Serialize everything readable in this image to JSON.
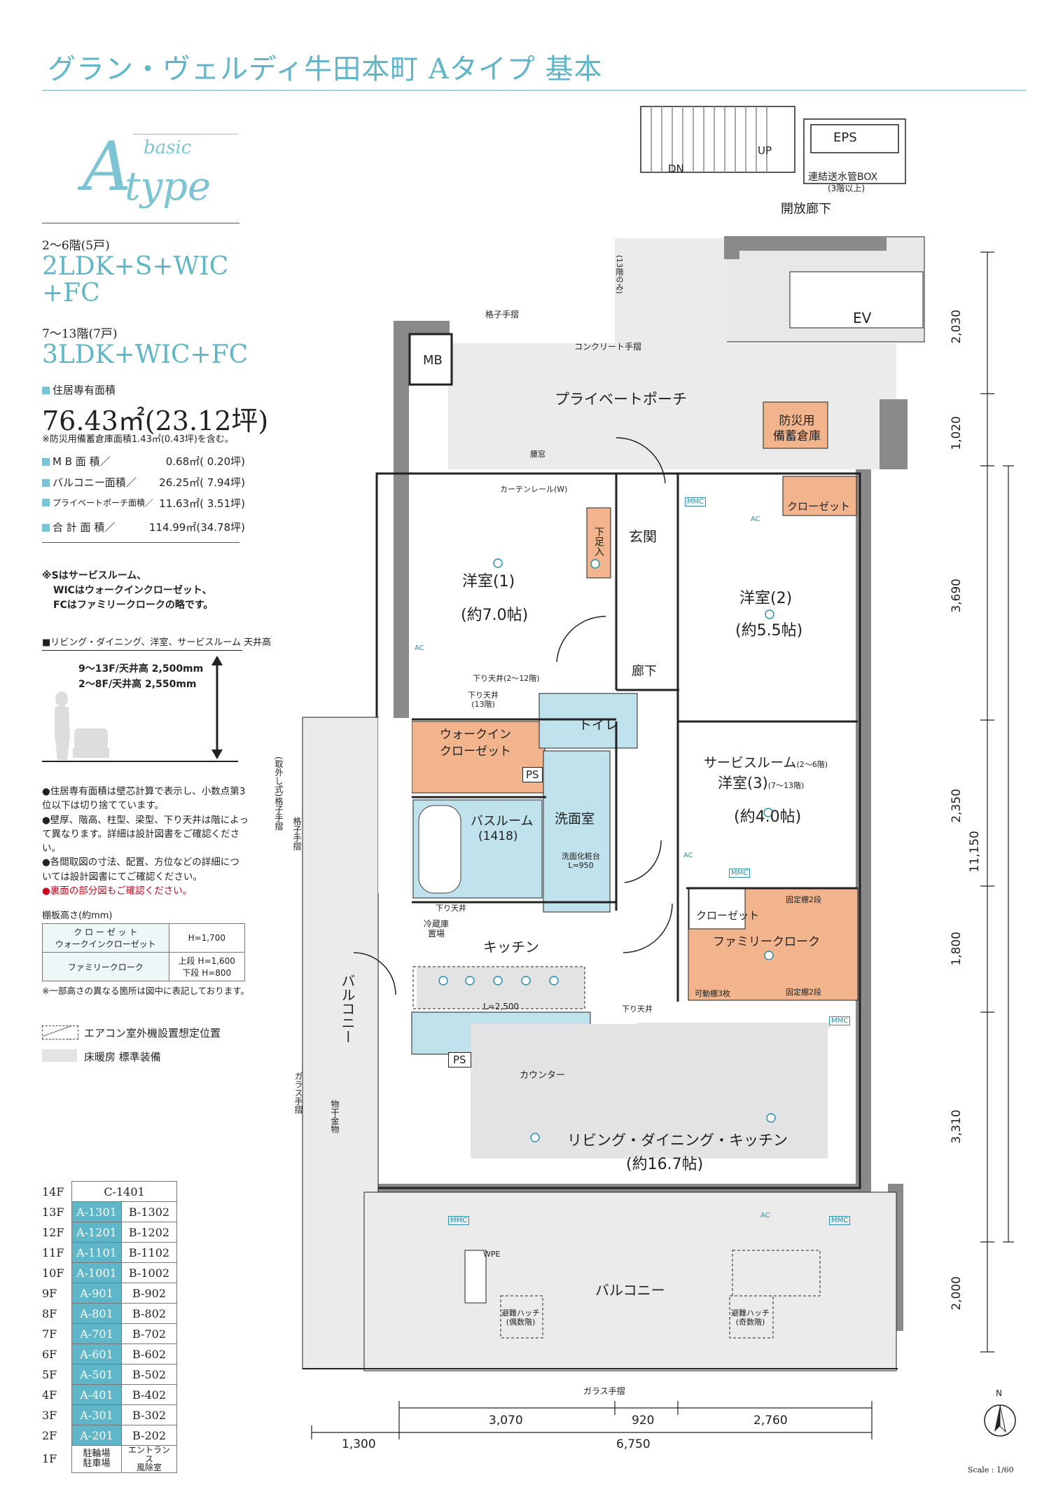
{
  "header": {
    "title": "グラン・ヴェルディ牛田本町 Aタイプ 基本"
  },
  "logo": {
    "letter": "A",
    "basic": "basic",
    "type": "type"
  },
  "plans": [
    {
      "floors": "2～6階(5戸)",
      "layout": "2LDK+S+WIC",
      "layout2": "+FC"
    },
    {
      "floors": "7～13階(7戸)",
      "layout": "3LDK+WIC+FC"
    }
  ],
  "areas": {
    "heading": "住居専有面積",
    "main_value": "76.43㎡(23.12坪)",
    "main_note": "※防災用備蓄倉庫面積1.43㎡(0.43坪)を含む。",
    "rows": [
      {
        "label": "M B 面 積／",
        "value": "0.68㎡( 0.20坪)"
      },
      {
        "label": "バルコニー面積／",
        "value": "26.25㎡( 7.94坪)"
      },
      {
        "label": "プライベートポーチ面積／",
        "value": "11.63㎡( 3.51坪)"
      },
      {
        "label": "合 計 面 積／",
        "value": "114.99㎡(34.78坪)"
      }
    ]
  },
  "abbrev_note": [
    "※Sはサービスルーム、",
    "WICはウォークインクローゼット、",
    "FCはファミリークロークの略です。"
  ],
  "ceiling": {
    "heading": "■リビング・ダイニング、洋室、サービスルーム 天井高",
    "line1": "9～13F/天井高 2,500mm",
    "line2": "2～8F/天井高 2,550mm"
  },
  "notes": [
    "●住居専有面積は壁芯計算で表示し、小数点第3位以下は切り捨てています。",
    "●壁厚、階高、柱型、梁型、下り天井は階によって異なります。詳細は設計図書をご確認ください。",
    "●各間取図の寸法、配置、方位などの詳細については設計図書にてご確認ください。"
  ],
  "notes_red": "●裏面の部分図もご確認ください。",
  "shelf": {
    "heading": "棚板高さ(約mm)",
    "rows": [
      {
        "name": "ク ロ ー ゼ ッ ト\nウォークインクローゼット",
        "value": "H=1,700"
      },
      {
        "name": "ファミリークローク",
        "value": "上段 H=1,600\n下段 H=800"
      }
    ],
    "note": "※一部高さの異なる箇所は図中に表記しております。"
  },
  "legend": [
    {
      "label": "エアコン室外機設置想定位置"
    },
    {
      "label": "床暖房 標準装備"
    }
  ],
  "floor_table": {
    "top": {
      "floor": "14F",
      "unit": "C-1401"
    },
    "rows": [
      {
        "floor": "13F",
        "a": "A-1301",
        "b": "B-1302"
      },
      {
        "floor": "12F",
        "a": "A-1201",
        "b": "B-1202"
      },
      {
        "floor": "11F",
        "a": "A-1101",
        "b": "B-1102"
      },
      {
        "floor": "10F",
        "a": "A-1001",
        "b": "B-1002"
      },
      {
        "floor": "9F",
        "a": "A-901",
        "b": "B-902"
      },
      {
        "floor": "8F",
        "a": "A-801",
        "b": "B-802"
      },
      {
        "floor": "7F",
        "a": "A-701",
        "b": "B-702"
      },
      {
        "floor": "6F",
        "a": "A-601",
        "b": "B-602"
      },
      {
        "floor": "5F",
        "a": "A-501",
        "b": "B-502"
      },
      {
        "floor": "4F",
        "a": "A-401",
        "b": "B-402"
      },
      {
        "floor": "3F",
        "a": "A-301",
        "b": "B-302"
      },
      {
        "floor": "2F",
        "a": "A-201",
        "b": "B-202"
      }
    ],
    "bottom": {
      "floor": "1F",
      "a": "駐輪場\n駐車場",
      "b": "エントランス\n風除室"
    }
  },
  "plan": {
    "eps": "EPS",
    "up": "UP",
    "dn": "DN",
    "pipe_box": "連結送水管BOX",
    "pipe_box_note": "(3階以上)",
    "open_corridor": "開放廊下",
    "ev": "EV",
    "mb": "MB",
    "lattice_rail": "格子手摺",
    "concrete_rail": "コンクリート手摺",
    "floor13_only": "(13階のみ)",
    "private_porch": "プライベートポーチ",
    "storage": "防災用\n備蓄倉庫",
    "window": "腰窓",
    "curtain_rail": "カーテンレール(W)",
    "room1": "洋室(1)",
    "room1_size": "(約7.0帖)",
    "room2": "洋室(2)",
    "room2_size": "(約5.5帖)",
    "entrance": "玄関",
    "shoe": "下足入",
    "closet": "クローゼット",
    "hall": "廊下",
    "drop_ceiling": "下り天井(2～12階)",
    "drop_ceiling_13": "下り天井\n(13階)",
    "toilet": "トイレ",
    "wic": "ウォークイン\nクローゼット",
    "service": "サービスルーム",
    "service_note": "(2～6階)",
    "room3": "洋室(3)",
    "room3_note": "(7～13階)",
    "room3_size": "(約4.0帖)",
    "bath": "バスルーム",
    "bath_size": "(1418)",
    "washroom": "洗面室",
    "vanity": "洗面化粧台\nL=950",
    "ps": "PS",
    "fridge": "冷蔵庫\n置場",
    "drop": "下り天井",
    "kitchen": "キッチン",
    "family_cloak": "ファミリークローク",
    "fixed_shelf": "固定棚2段",
    "movable_shelf": "可動棚3枚",
    "l2500": "L=2,500",
    "counter": "カウンター",
    "ldk": "リビング・ダイニング・キッチン",
    "ldk_size": "(約16.7帖)",
    "balcony": "バルコニー",
    "hatch1": "避難ハッチ\n(偶数階)",
    "hatch2": "避難ハッチ\n(奇数階)",
    "glass_rail": "ガラス手摺",
    "lattice_rail_v": "格子手摺",
    "removable_rail": "(取外し式)格子手摺",
    "metal": "物干金物",
    "wpe": "WPE",
    "mmc": "MMC",
    "ac": "AC",
    "dims_right": [
      "2,030",
      "1,020",
      "3,690",
      "2,350",
      "1,800",
      "3,310",
      "2,000"
    ],
    "dim_total_v": "11,150",
    "dims_bottom_top": [
      "3,070",
      "920",
      "2,760"
    ],
    "dims_bottom": [
      "1,300",
      "6,750"
    ],
    "north": "N",
    "scale": "Scale : 1/60"
  }
}
